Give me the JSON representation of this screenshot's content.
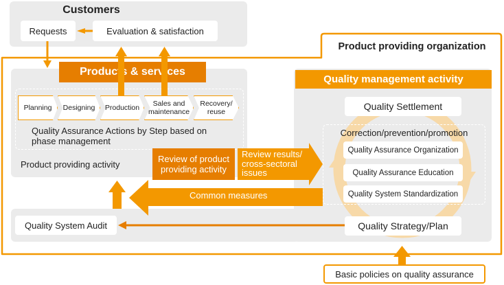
{
  "customers": {
    "title": "Customers",
    "requests": "Requests",
    "evaluation": "Evaluation & satisfaction"
  },
  "organization": {
    "title": "Product providing organization"
  },
  "products": {
    "title": "Products & services",
    "steps": [
      "Planning",
      "Designing",
      "Production",
      "Sales and maintenance",
      "Recovery/ reuse"
    ],
    "qa_actions": "Quality Assurance Actions by Step based on phase management",
    "activity_label": "Product providing activity"
  },
  "review": {
    "product_review": "Review of product providing activity",
    "results": "Review results/ cross-sectoral issues",
    "common_measures": "Common measures"
  },
  "qm": {
    "title": "Quality management activity",
    "settlement": "Quality Settlement",
    "correction": "Correction/prevention/promotion",
    "items": [
      "Quality Assurance Organization",
      "Quality Assurance Education",
      "Quality System Standardization"
    ],
    "strategy": "Quality Strategy/Plan"
  },
  "audit": "Quality System Audit",
  "policies": "Basic policies on quality assurance",
  "colors": {
    "orange": "#f39800",
    "dark_orange": "#e67e00",
    "panel_grey": "#ebebeb",
    "cycle_light": "#f7d9a8"
  }
}
